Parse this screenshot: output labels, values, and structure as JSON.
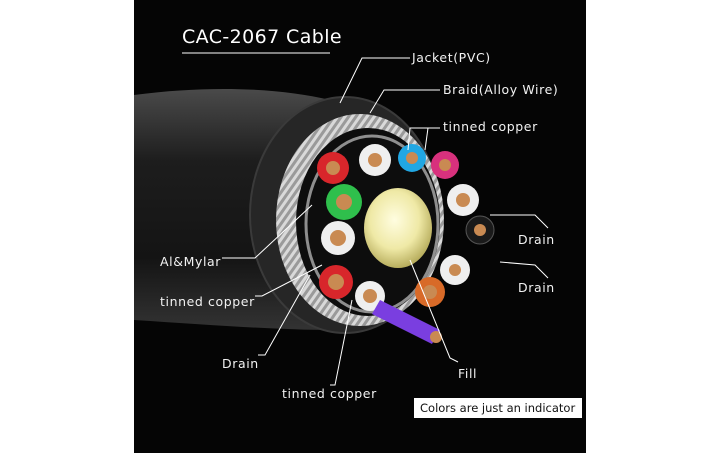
{
  "title": "CAC-2067 Cable",
  "labels": {
    "jacket": "Jacket(PVC)",
    "braid": "Braid(Alloy Wire)",
    "tinned_copper_top": "tinned copper",
    "drain_right_upper": "Drain",
    "drain_right_lower": "Drain",
    "al_mylar": "Al&Mylar",
    "tinned_copper_left": "tinned copper",
    "drain_bottom": "Drain",
    "fill": "Fill",
    "tinned_copper_bottom": "tinned copper"
  },
  "note": "Colors are just an indicator",
  "colors": {
    "background": "#050505",
    "jacket": "#2a2a2a",
    "braid": "#bcbcbc",
    "copper": "#c98a52",
    "fill_core": "#efe9a6",
    "wire_red": "#d8262b",
    "wire_green": "#2fbf4c",
    "wire_blue": "#21a7e3",
    "wire_magenta": "#d8317d",
    "wire_purple": "#7a3ee0",
    "wire_orange": "#d86a28"
  }
}
